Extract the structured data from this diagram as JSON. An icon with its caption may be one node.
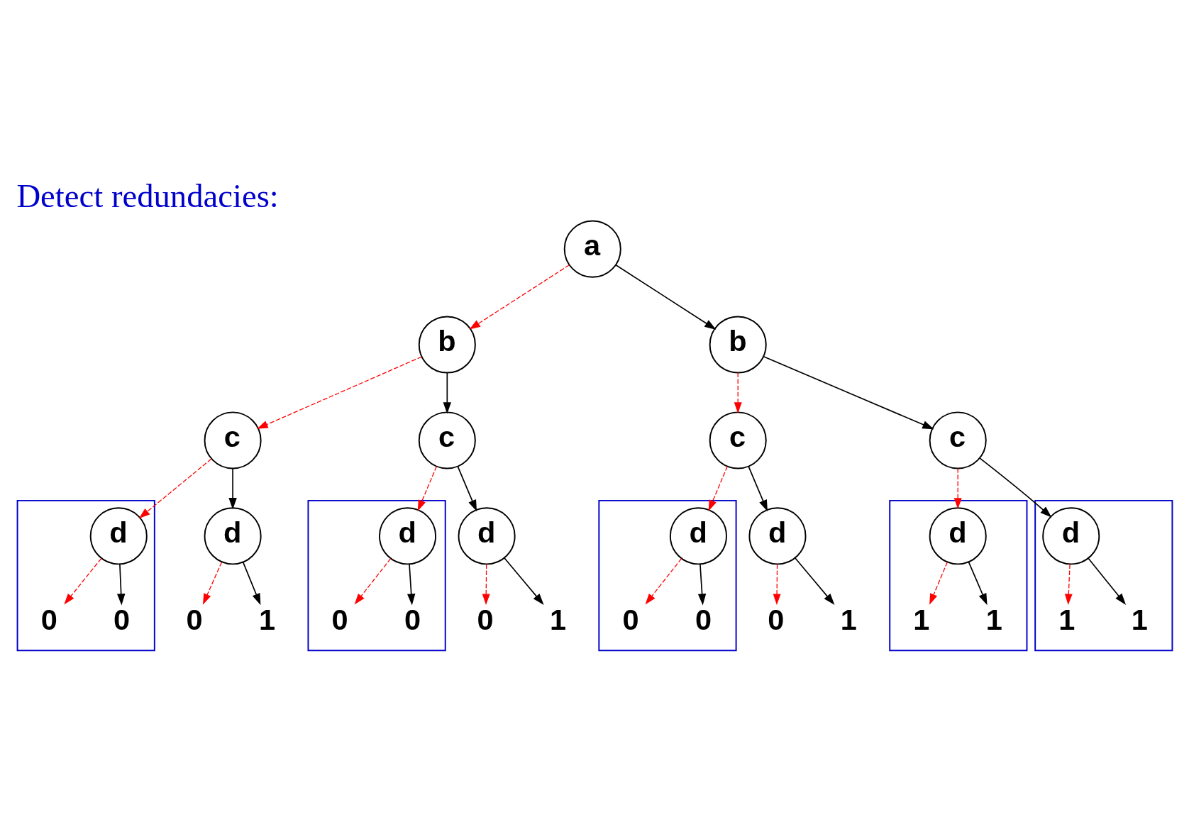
{
  "diagram": {
    "title": "Detect redundacies:",
    "nodes": [
      {
        "text": [
          "a"
        ]
      },
      {
        "text": [
          "b"
        ]
      },
      {
        "text": [
          "b"
        ]
      },
      {
        "text": [
          "c"
        ]
      },
      {
        "text": [
          "c"
        ]
      },
      {
        "text": [
          "c"
        ]
      },
      {
        "text": [
          "c"
        ]
      },
      {
        "text": [],
        "shape": "box"
      },
      {
        "text": [
          "d"
        ],
        "in": 7
      },
      {
        "text": [
          "0"
        ],
        "in": 7
      },
      {
        "text": [
          "0"
        ],
        "in": 7
      },
      {
        "text": [
          "d"
        ]
      },
      {
        "text": [
          "0"
        ]
      },
      {
        "text": [
          "1"
        ]
      },
      {
        "text": [],
        "shape": "box"
      },
      {
        "text": [
          "d"
        ],
        "in": 14
      },
      {
        "text": [
          "0"
        ],
        "in": 14
      },
      {
        "text": [
          "0"
        ],
        "in": 14
      },
      {
        "text": [
          "d"
        ]
      },
      {
        "text": [
          "0"
        ]
      },
      {
        "text": [
          "1"
        ]
      },
      {
        "text": [],
        "shape": "box"
      },
      {
        "text": [
          "d"
        ],
        "in": 21
      },
      {
        "text": [
          "0"
        ],
        "in": 21
      },
      {
        "text": [
          "0"
        ],
        "in": 21
      },
      {
        "text": [
          "d"
        ]
      },
      {
        "text": [
          "0"
        ]
      },
      {
        "text": [
          "1"
        ]
      },
      {
        "text": [],
        "shape": "box"
      },
      {
        "text": [
          "d"
        ],
        "in": 28
      },
      {
        "text": [
          "1"
        ],
        "in": 28
      },
      {
        "text": [
          "1"
        ],
        "in": 28
      },
      {
        "text": [],
        "shape": "box"
      },
      {
        "text": [
          "d"
        ],
        "in": 32
      },
      {
        "text": [
          "1"
        ],
        "in": 32
      },
      {
        "text": [
          "1"
        ],
        "in": 32
      }
    ],
    "edges": [
      {
        "from": 0,
        "to": 1,
        "arrow": "to",
        "style": "dashed",
        "color": "#ff0000"
      },
      {
        "from": 0,
        "to": 2,
        "arrow": "to",
        "color": "#000000"
      },
      {
        "from": 1,
        "to": 3,
        "arrow": "to",
        "style": "dashed",
        "color": "#ff0000"
      },
      {
        "from": 1,
        "to": 4,
        "arrow": "to",
        "color": "#000000"
      },
      {
        "from": 2,
        "to": 5,
        "arrow": "to",
        "style": "dashed",
        "color": "#ff0000"
      },
      {
        "from": 2,
        "to": 6,
        "arrow": "to",
        "color": "#000000"
      },
      {
        "from": 3,
        "to": 8,
        "arrow": "to",
        "style": "dashed",
        "color": "#ff0000"
      },
      {
        "from": 3,
        "to": 11,
        "arrow": "to",
        "color": "#000000"
      },
      {
        "from": 4,
        "to": 15,
        "arrow": "to",
        "style": "dashed",
        "color": "#ff0000"
      },
      {
        "from": 4,
        "to": 18,
        "arrow": "to",
        "color": "#000000"
      },
      {
        "from": 5,
        "to": 22,
        "arrow": "to",
        "style": "dashed",
        "color": "#ff0000"
      },
      {
        "from": 5,
        "to": 25,
        "arrow": "to",
        "color": "#000000"
      },
      {
        "from": 6,
        "to": 29,
        "arrow": "to",
        "style": "dashed",
        "color": "#ff0000"
      },
      {
        "from": 6,
        "to": 33,
        "arrow": "to",
        "color": "#000000"
      },
      {
        "from": 8,
        "to": 9,
        "arrow": "to",
        "style": "dashed",
        "color": "#ff0000"
      },
      {
        "from": 8,
        "to": 10,
        "arrow": "to",
        "color": "#000000"
      },
      {
        "from": 11,
        "to": 12,
        "arrow": "to",
        "style": "dashed",
        "color": "#ff0000"
      },
      {
        "from": 11,
        "to": 13,
        "arrow": "to",
        "color": "#000000"
      },
      {
        "from": 15,
        "to": 16,
        "arrow": "to",
        "style": "dashed",
        "color": "#ff0000"
      },
      {
        "from": 15,
        "to": 17,
        "arrow": "to",
        "color": "#000000"
      },
      {
        "from": 18,
        "to": 19,
        "arrow": "to",
        "style": "dashed",
        "color": "#ff0000"
      },
      {
        "from": 18,
        "to": 20,
        "arrow": "to",
        "color": "#000000"
      },
      {
        "from": 22,
        "to": 23,
        "arrow": "to",
        "style": "dashed",
        "color": "#ff0000"
      },
      {
        "from": 22,
        "to": 24,
        "arrow": "to",
        "color": "#000000"
      },
      {
        "from": 25,
        "to": 26,
        "arrow": "to",
        "style": "dashed",
        "color": "#ff0000"
      },
      {
        "from": 25,
        "to": 27,
        "arrow": "to",
        "color": "#000000"
      },
      {
        "from": 29,
        "to": 30,
        "arrow": "to",
        "style": "dashed",
        "color": "#ff0000"
      },
      {
        "from": 29,
        "to": 31,
        "arrow": "to",
        "color": "#000000"
      },
      {
        "from": 33,
        "to": 34,
        "arrow": "to",
        "style": "dashed",
        "color": "#ff0000"
      },
      {
        "from": 33,
        "to": 35,
        "arrow": "to",
        "color": "#000000"
      }
    ]
  }
}
